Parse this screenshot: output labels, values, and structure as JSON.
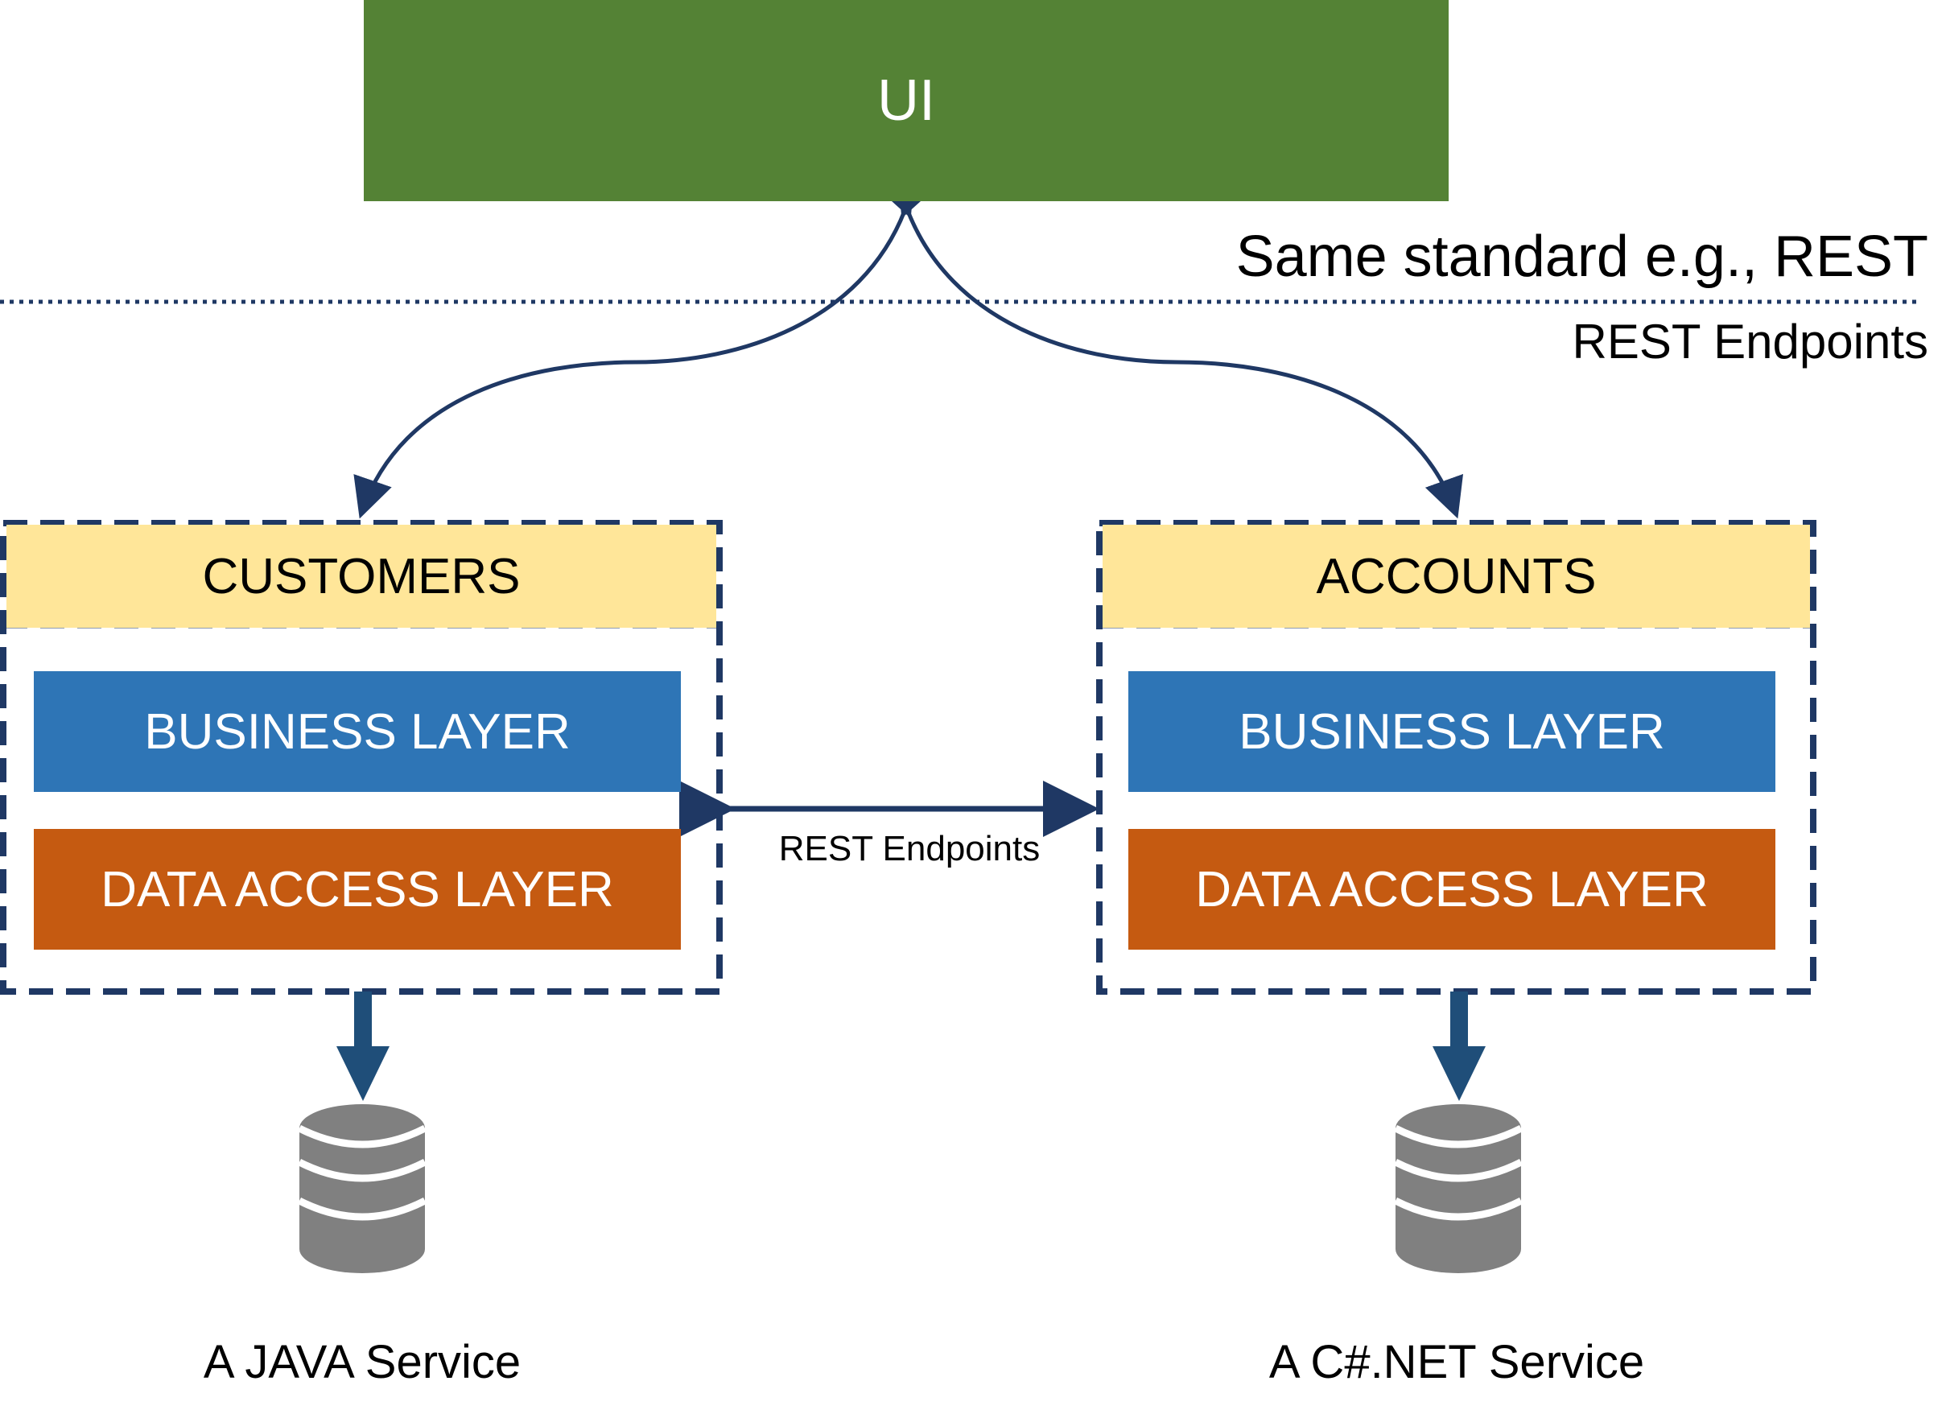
{
  "colors": {
    "ui_green": "#548235",
    "header_yellow": "#ffe699",
    "business_blue": "#2e75b6",
    "data_orange": "#c55a11",
    "line_navy": "#1f3864",
    "dashed_border": "#1f3864",
    "db_gray": "#808080"
  },
  "ui": {
    "label": "UI"
  },
  "notes": {
    "standard_prefix": "Same standard e.g., ",
    "standard_emph": "REST",
    "endpoints_emph": "REST",
    "endpoints_suffix": " Endpoints"
  },
  "middle_link": {
    "label": "REST Endpoints"
  },
  "services": [
    {
      "header": "CUSTOMERS",
      "business": "BUSINESS LAYER",
      "data_access": "DATA ACCESS LAYER",
      "database_icon": "database-icon",
      "caption": "A JAVA Service"
    },
    {
      "header": "ACCOUNTS",
      "business": "BUSINESS LAYER",
      "data_access": "DATA ACCESS LAYER",
      "database_icon": "database-icon",
      "caption": "A C#.NET Service"
    }
  ]
}
